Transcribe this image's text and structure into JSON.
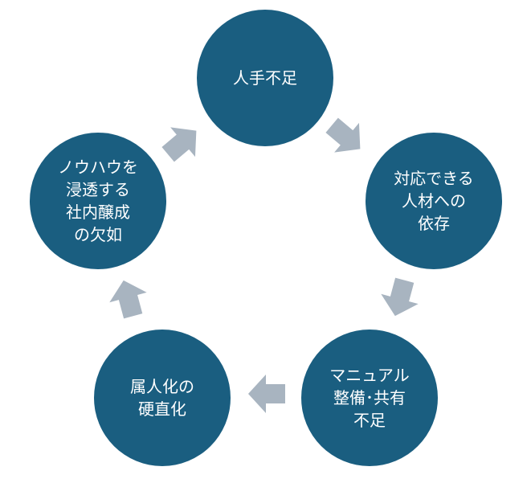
{
  "diagram": {
    "type": "cycle",
    "direction": "clockwise",
    "colors": {
      "node_fill": "#1a5e80",
      "node_text": "#ffffff",
      "arrow_fill": "#a8b4c0",
      "background": "#ffffff"
    },
    "nodes": [
      {
        "id": "staff-shortage",
        "lines": [
          "人手不足"
        ]
      },
      {
        "id": "dependence-on-capable-staff",
        "lines": [
          "対応できる",
          "人材への",
          "依存"
        ]
      },
      {
        "id": "manual-shortage",
        "lines": [
          "マニュアル",
          "整備･共有",
          "不足"
        ]
      },
      {
        "id": "rigid-individualization",
        "lines": [
          "属人化の",
          "硬直化"
        ]
      },
      {
        "id": "lack-of-knowhow-culture",
        "lines": [
          "ノウハウを",
          "浸透する",
          "社内醸成",
          "の欠如"
        ]
      }
    ],
    "arrows": [
      {
        "from": "staff-shortage",
        "to": "dependence-on-capable-staff",
        "icon": "arrow-right-down-icon"
      },
      {
        "from": "dependence-on-capable-staff",
        "to": "manual-shortage",
        "icon": "arrow-down-icon"
      },
      {
        "from": "manual-shortage",
        "to": "rigid-individualization",
        "icon": "arrow-left-icon"
      },
      {
        "from": "rigid-individualization",
        "to": "lack-of-knowhow-culture",
        "icon": "arrow-up-icon"
      },
      {
        "from": "lack-of-knowhow-culture",
        "to": "staff-shortage",
        "icon": "arrow-right-up-icon"
      }
    ]
  }
}
